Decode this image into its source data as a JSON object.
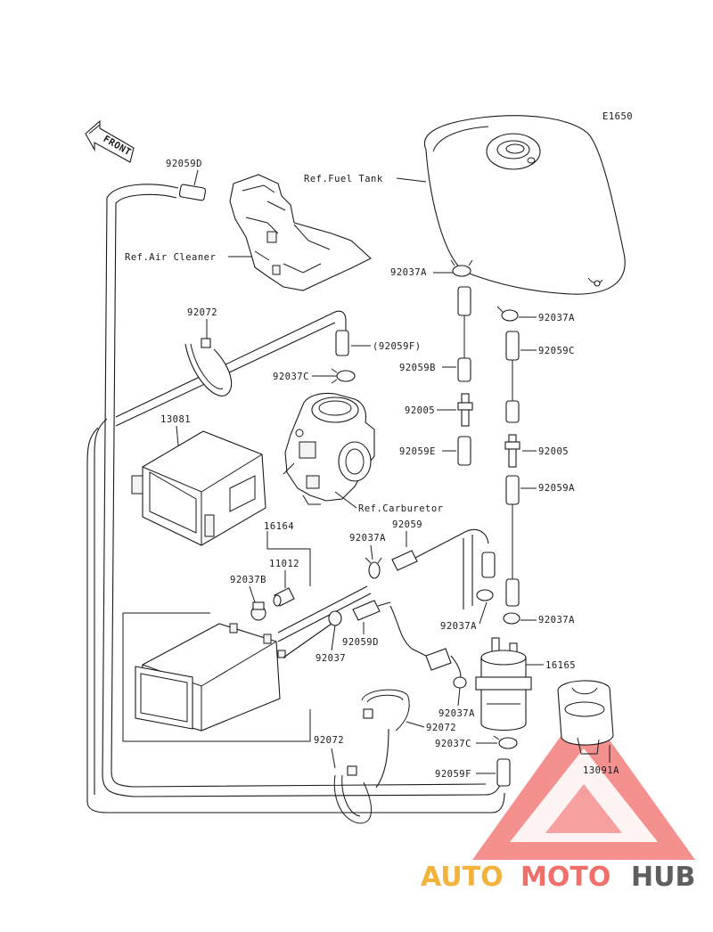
{
  "diagram_code": "E1650",
  "front_label": "FRONT",
  "labels": {
    "ref_fuel_tank": "Ref.Fuel Tank",
    "ref_air_cleaner": "Ref.Air Cleaner",
    "ref_carburetor": "Ref.Carburetor",
    "p_92059d": "92059D",
    "p_92072_a": "92072",
    "p_92059f_paren": "(92059F)",
    "p_92037c_a": "92037C",
    "p_13081": "13081",
    "p_92037a_1": "92037A",
    "p_92059b": "92059B",
    "p_92005_l": "92005",
    "p_92059e": "92059E",
    "p_92037a_2": "92037A",
    "p_92059c": "92059C",
    "p_92005_r": "92005",
    "p_92059a": "92059A",
    "p_16164": "16164",
    "p_92037a_3": "92037A",
    "p_92059": "92059",
    "p_11012": "11012",
    "p_92037b": "92037B",
    "p_92037": "92037",
    "p_92037a_4": "92037A",
    "p_92037a_5": "92037A",
    "p_16165": "16165",
    "p_92037a_6": "92037A",
    "p_92072_b": "92072",
    "p_92072_c": "92072",
    "p_92037c_b": "92037C",
    "p_92059f": "92059F",
    "p_13091a": "13091A"
  },
  "watermark": {
    "part1": "AUTO",
    "part2": "MOTO",
    "part3": "HUB",
    "colors": {
      "auto": "#f2b33d",
      "moto": "#ef6f6a",
      "hub": "#5e5e5e",
      "triangle": "#ef5350"
    }
  }
}
